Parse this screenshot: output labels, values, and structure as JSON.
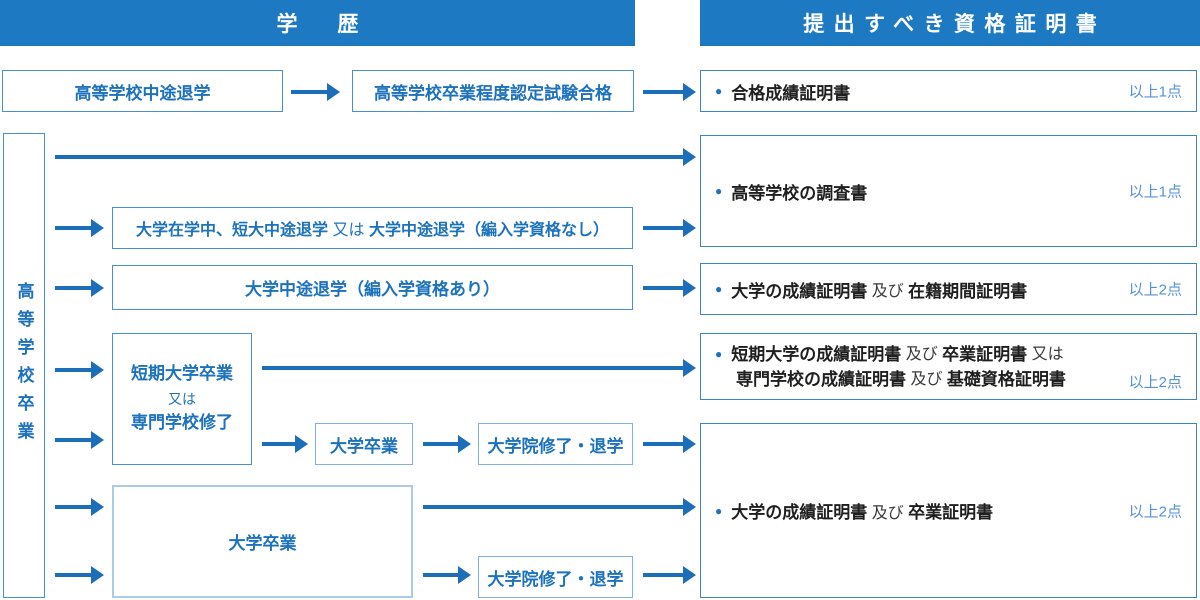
{
  "header": {
    "left_title": "学　歴",
    "right_title": "提出すべき資格証明書"
  },
  "colors": {
    "header_blue": "#1d79c2",
    "arrow_blue": "#1d6eb8",
    "box_text_blue": "#1d72bc",
    "count_blue": "#5593d6",
    "light_border": "#7fb2de",
    "lighter_border": "#a9cbe9"
  },
  "flow": {
    "hs_dropout": "高等学校中途退学",
    "hs_equivalency": "高等学校卒業程度認定試験合格",
    "hs_grad_vertical": "高等学校卒業",
    "univ_enrolled": {
      "s0": "大学在学中、短大中途退学",
      "s1": " 又は ",
      "s2": "大学中途退学（編入学資格なし）"
    },
    "univ_dropout_eligible": "大学中途退学（編入学資格あり）",
    "junior_college": {
      "line1": "短期大学卒業",
      "line2": "又は",
      "line3": "専門学校修了"
    },
    "univ_grad_small": "大学卒業",
    "grad_school_top": "大学院修了・退学",
    "univ_grad_big": "大学卒業",
    "grad_school_bottom": "大学院修了・退学"
  },
  "certs": [
    {
      "segments": [
        {
          "text": "合格成績証明書",
          "strong": true
        }
      ],
      "count": "以上1点"
    },
    {
      "segments": [
        {
          "text": "高等学校の調査書",
          "strong": true
        }
      ],
      "count": "以上1点"
    },
    {
      "segments": [
        {
          "text": "大学の成績証明書",
          "strong": true
        },
        {
          "text": " 及び ",
          "strong": false
        },
        {
          "text": "在籍期間証明書",
          "strong": true
        }
      ],
      "count": "以上2点"
    },
    {
      "line1": [
        {
          "text": "短期大学の成績証明書",
          "strong": true
        },
        {
          "text": " 及び ",
          "strong": false
        },
        {
          "text": "卒業証明書",
          "strong": true
        },
        {
          "text": " 又は",
          "strong": false
        }
      ],
      "line2": [
        {
          "text": "専門学校の成績証明書",
          "strong": true
        },
        {
          "text": " 及び ",
          "strong": false
        },
        {
          "text": "基礎資格証明書",
          "strong": true
        }
      ],
      "count": "以上2点"
    },
    {
      "segments": [
        {
          "text": "大学の成績証明書",
          "strong": true
        },
        {
          "text": " 及び ",
          "strong": false
        },
        {
          "text": "卒業証明書",
          "strong": true
        }
      ],
      "count": "以上2点"
    }
  ]
}
